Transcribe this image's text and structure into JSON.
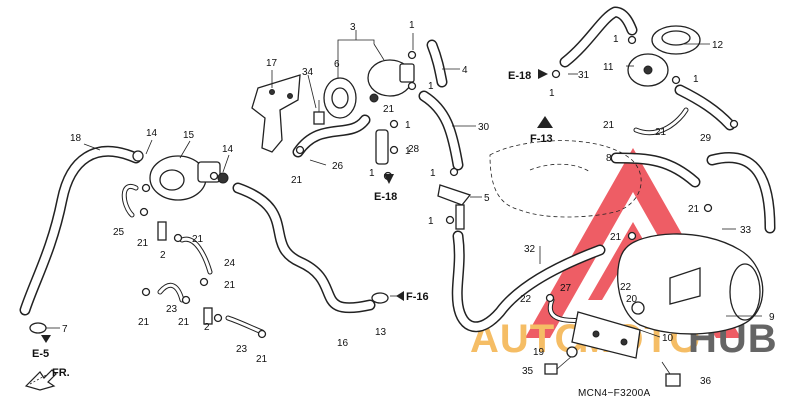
{
  "diagram": {
    "callouts": [
      {
        "id": "c1a",
        "text": "1"
      },
      {
        "id": "c1b",
        "text": "1"
      },
      {
        "id": "c1c",
        "text": "1"
      },
      {
        "id": "c1d",
        "text": "1"
      },
      {
        "id": "c1e",
        "text": "1"
      },
      {
        "id": "c1f",
        "text": "1"
      },
      {
        "id": "c1g",
        "text": "1"
      },
      {
        "id": "c1h",
        "text": "1"
      },
      {
        "id": "c1i",
        "text": "1"
      },
      {
        "id": "c1j",
        "text": "1"
      },
      {
        "id": "c2a",
        "text": "2"
      },
      {
        "id": "c2b",
        "text": "2"
      },
      {
        "id": "c3",
        "text": "3"
      },
      {
        "id": "c4",
        "text": "4"
      },
      {
        "id": "c5",
        "text": "5"
      },
      {
        "id": "c6",
        "text": "6"
      },
      {
        "id": "c7",
        "text": "7"
      },
      {
        "id": "c8",
        "text": "8"
      },
      {
        "id": "c9",
        "text": "9"
      },
      {
        "id": "c10",
        "text": "10"
      },
      {
        "id": "c11",
        "text": "11"
      },
      {
        "id": "c12",
        "text": "12"
      },
      {
        "id": "c13",
        "text": "13"
      },
      {
        "id": "c14a",
        "text": "14"
      },
      {
        "id": "c14b",
        "text": "14"
      },
      {
        "id": "c15",
        "text": "15"
      },
      {
        "id": "c16",
        "text": "16"
      },
      {
        "id": "c17",
        "text": "17"
      },
      {
        "id": "c18",
        "text": "18"
      },
      {
        "id": "c19",
        "text": "19"
      },
      {
        "id": "c20",
        "text": "20"
      },
      {
        "id": "c21a",
        "text": "21"
      },
      {
        "id": "c21b",
        "text": "21"
      },
      {
        "id": "c21c",
        "text": "21"
      },
      {
        "id": "c21d",
        "text": "21"
      },
      {
        "id": "c21e",
        "text": "21"
      },
      {
        "id": "c21f",
        "text": "21"
      },
      {
        "id": "c21g",
        "text": "21"
      },
      {
        "id": "c21h",
        "text": "21"
      },
      {
        "id": "c21i",
        "text": "21"
      },
      {
        "id": "c21j",
        "text": "21"
      },
      {
        "id": "c21k",
        "text": "21"
      },
      {
        "id": "c21l",
        "text": "21"
      },
      {
        "id": "c22a",
        "text": "22"
      },
      {
        "id": "c22b",
        "text": "22"
      },
      {
        "id": "c23a",
        "text": "23"
      },
      {
        "id": "c23b",
        "text": "23"
      },
      {
        "id": "c24",
        "text": "24"
      },
      {
        "id": "c25",
        "text": "25"
      },
      {
        "id": "c26",
        "text": "26"
      },
      {
        "id": "c27",
        "text": "27"
      },
      {
        "id": "c28",
        "text": "28"
      },
      {
        "id": "c29",
        "text": "29"
      },
      {
        "id": "c30",
        "text": "30"
      },
      {
        "id": "c31",
        "text": "31"
      },
      {
        "id": "c32",
        "text": "32"
      },
      {
        "id": "c33",
        "text": "33"
      },
      {
        "id": "c34",
        "text": "34"
      },
      {
        "id": "c35",
        "text": "35"
      },
      {
        "id": "c36",
        "text": "36"
      }
    ],
    "references": [
      {
        "id": "r-e18-top",
        "text": "E-18"
      },
      {
        "id": "r-e18-mid",
        "text": "E-18"
      },
      {
        "id": "r-f13",
        "text": "F-13"
      },
      {
        "id": "r-f16",
        "text": "F-16"
      },
      {
        "id": "r-e5",
        "text": "E-5"
      },
      {
        "id": "r-fr",
        "text": "FR."
      }
    ],
    "diagram_code": "MCN4−F3200A",
    "watermark": {
      "text_auto": "AUTO",
      "text_moto": "MOTO",
      "text_hub": "HUB",
      "colors": {
        "red": "#e8202a",
        "orange": "#f2a52b",
        "dark": "#2b2b2b"
      }
    }
  }
}
